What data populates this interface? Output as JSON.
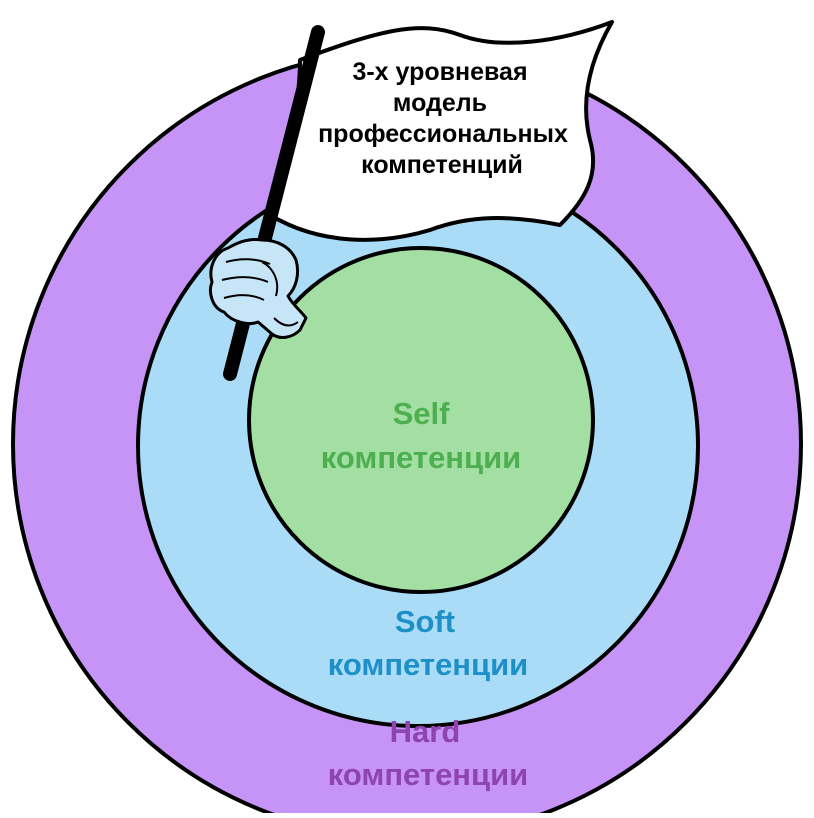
{
  "flag": {
    "lines": [
      "3-х уровневая",
      "модель",
      "профессиональных",
      "компетенций"
    ]
  },
  "rings": {
    "self": {
      "title": "Self",
      "subtitle": "компетенции",
      "fill": "#a3dea3",
      "text_color": "#4caf50"
    },
    "soft": {
      "title": "Soft",
      "subtitle": "компетенции",
      "fill": "#aadcf7",
      "text_color": "#1e90c8"
    },
    "hard": {
      "title": "Hard",
      "subtitle": "компетенции",
      "fill": "#c694f7",
      "text_color": "#8e44ad"
    }
  },
  "colors": {
    "outline": "#000000",
    "flag_fill": "#ffffff",
    "flag_text": "#000000",
    "hand_fill": "#c6e6f8"
  }
}
